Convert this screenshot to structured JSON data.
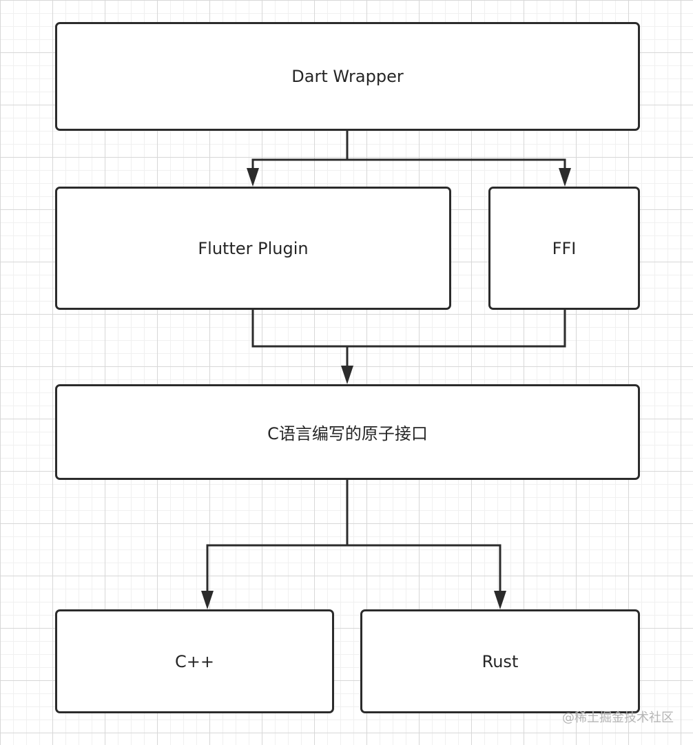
{
  "diagram": {
    "nodes": {
      "dart_wrapper": "Dart Wrapper",
      "flutter_plugin": "Flutter Plugin",
      "ffi": "FFI",
      "c_interface": "C语言编写的原子接口",
      "cpp": "C++",
      "rust": "Rust"
    },
    "edges": [
      {
        "from": "Dart Wrapper",
        "to": "Flutter Plugin"
      },
      {
        "from": "Dart Wrapper",
        "to": "FFI"
      },
      {
        "from": "Flutter Plugin",
        "to": "C语言编写的原子接口"
      },
      {
        "from": "FFI",
        "to": "C语言编写的原子接口"
      },
      {
        "from": "C语言编写的原子接口",
        "to": "C++"
      },
      {
        "from": "C语言编写的原子接口",
        "to": "Rust"
      }
    ],
    "colors": {
      "stroke": "#2b2b2b",
      "text": "#262626",
      "grid": "#d7d7d7",
      "watermark": "#b5b5b5"
    }
  },
  "watermark": "@稀土掘金技术社区"
}
